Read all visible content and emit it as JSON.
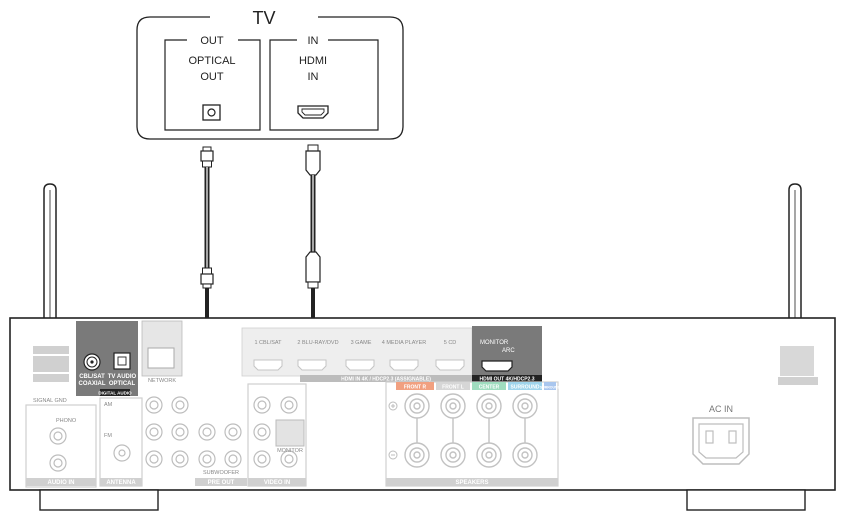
{
  "tv": {
    "title": "TV",
    "out_group": "OUT",
    "in_group": "IN",
    "optical_label_1": "OPTICAL",
    "optical_label_2": "OUT",
    "hdmi_label_1": "HDMI",
    "hdmi_label_2": "IN"
  },
  "receiver": {
    "monitor_label": "MONITOR",
    "arc_label": "ARC",
    "hdmi_out_label": "HDMI OUT 4K/HDCP2.3",
    "hdmi_in_label": "HDMI IN 4K / HDCP2.3 (ASSIGNABLE)",
    "hdmi_inputs": [
      "1 CBL/SAT",
      "2 BLU-RAY/DVD",
      "3 GAME",
      "4 MEDIA PLAYER",
      "5 CD"
    ],
    "optical_port_label_1": "TV AUDIO",
    "optical_port_label_2": "OPTICAL",
    "coaxial_label_1": "CBL/SAT",
    "coaxial_label_2": "COAXIAL",
    "digital_audio_label": "DIGITAL AUDIO",
    "network_label": "NETWORK",
    "phono_label": "PHONO",
    "signal_gnd_label": "SIGNAL GND",
    "audio_in_label": "AUDIO IN",
    "antenna_label": "ANTENNA",
    "am_label": "AM",
    "fm_label": "FM",
    "pre_out_label": "PRE OUT",
    "subwoofer_label": "SUBWOOFER",
    "video_in_label": "VIDEO IN",
    "monitor_out_label": "MONITOR",
    "speakers_label": "SPEAKERS",
    "speaker_channels": [
      "FRONT R",
      "FRONT L",
      "CENTER",
      "SURROUND",
      "SURROUND"
    ],
    "ac_in_label": "AC IN"
  }
}
